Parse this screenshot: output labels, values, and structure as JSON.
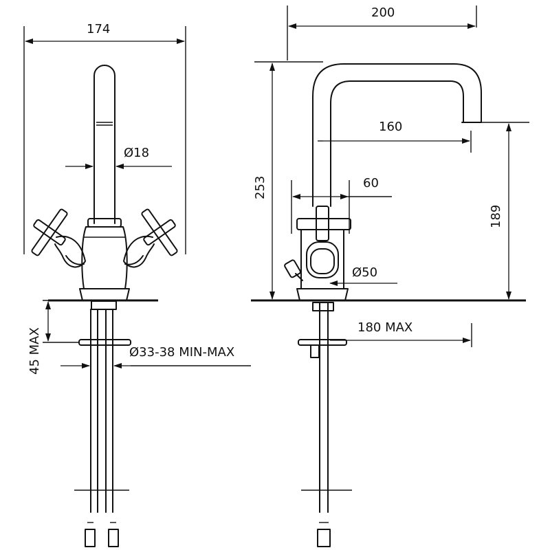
{
  "front_view": {
    "width_label": "174",
    "spout_diameter_label": "Ø18",
    "deck_thickness_label": "45 MAX",
    "hole_diameter_label": "Ø33-38 MIN-MAX"
  },
  "side_view": {
    "reach_label": "200",
    "outlet_reach_label": "160",
    "height_label": "253",
    "outlet_height_label": "189",
    "handle_width_label": "60",
    "base_diameter_label": "Ø50",
    "max_thickness_label": "180 MAX"
  }
}
